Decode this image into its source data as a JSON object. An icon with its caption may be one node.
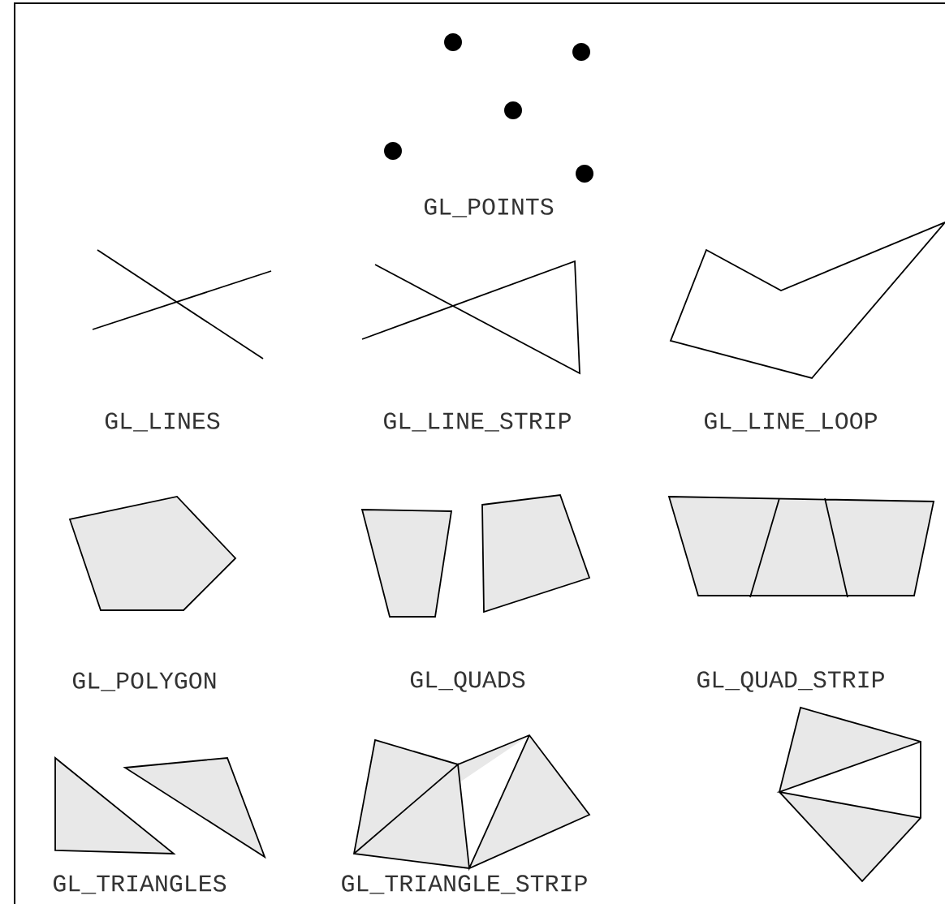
{
  "diagram": {
    "labels": [
      "GL_POINTS",
      "GL_LINES",
      "GL_LINE_STRIP",
      "GL_LINE_LOOP",
      "GL_POLYGON",
      "GL_QUADS",
      "GL_QUAD_STRIP",
      "GL_TRIANGLES",
      "GL_TRIANGLE_STRIP"
    ]
  }
}
